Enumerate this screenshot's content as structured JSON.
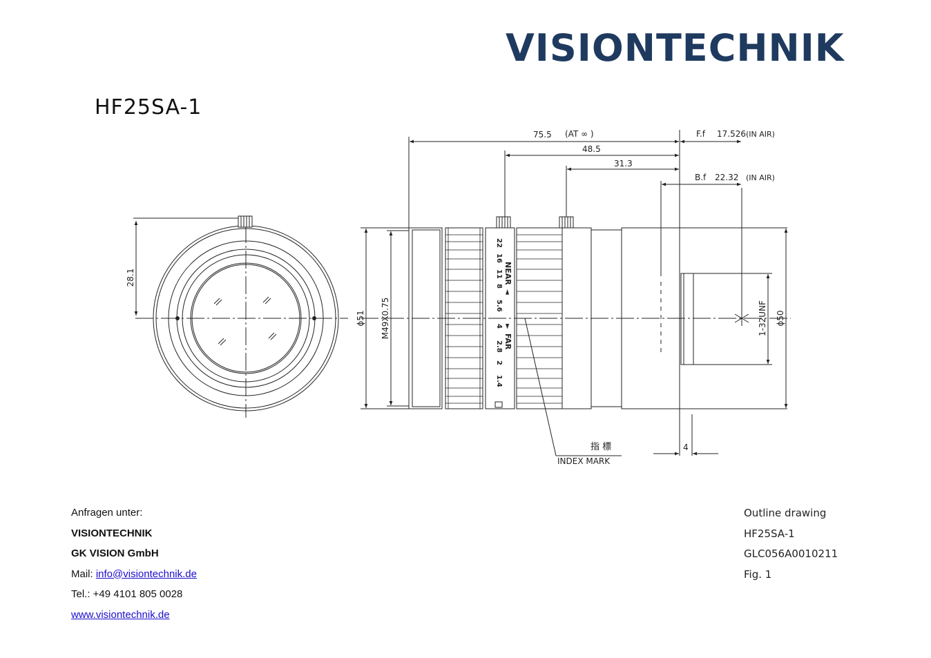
{
  "header": {
    "logo_text": "VISIONTECHNIK",
    "model_title": "HF25SA-1"
  },
  "drawing": {
    "dimensions": {
      "overall_length": "75.5",
      "overall_length_note": "(AT ∞ )",
      "dim_48_5": "48.5",
      "dim_31_3": "31.3",
      "flange_focal_label": "F.f",
      "flange_focal_value": "17.526",
      "flange_focal_note": "(IN AIR)",
      "back_focal_label": "B.f",
      "back_focal_value": "22.32",
      "back_focal_note": "(IN AIR)",
      "height_28_1": "28.1",
      "diameter_51": "ϕ51",
      "filter_thread": "M49X0.75",
      "mount_thread": "1-32UNF",
      "diameter_50": "ϕ50",
      "dim_4": "4"
    },
    "scale_numbers": [
      "22",
      "16",
      "11",
      "8",
      "5.6",
      "4",
      "2.8",
      "2",
      "1.4"
    ],
    "near_label": "NEAR",
    "far_label": "FAR",
    "index_mark_jp": "指 標",
    "index_mark_en": "INDEX MARK"
  },
  "contact": {
    "inquiry_label": "Anfragen unter:",
    "company": "VISIONTECHNIK",
    "company_legal": "GK VISION GmbH",
    "mail_label": "Mail:",
    "mail_address": "info@visiontechnik.de",
    "phone": "Tel.: +49 4101 805 0028",
    "website": "www.visiontechnik.de"
  },
  "meta": {
    "drawing_type": "Outline drawing",
    "model": "HF25SA-1",
    "doc_number": "GLC056A0010211",
    "figure": "Fig. 1"
  },
  "colors": {
    "logo": "#1f3a5f",
    "link": "#1a0dcc",
    "line": "#222222"
  }
}
